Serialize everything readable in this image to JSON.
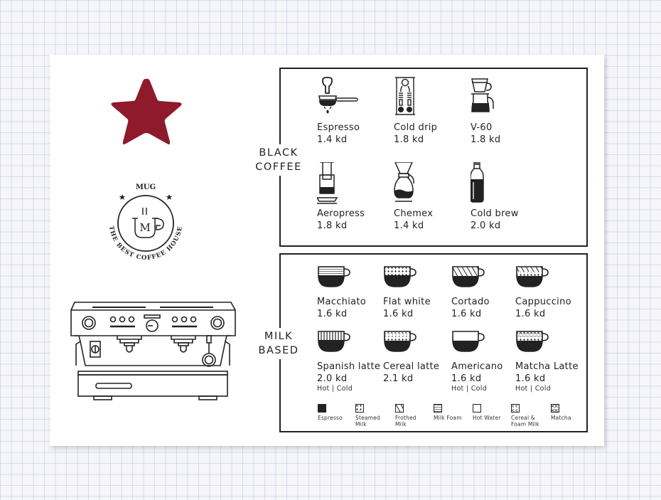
{
  "brand": {
    "name": "MUG",
    "tagline": "THE BEST COFFEE HOUSE",
    "monogram": "MUG",
    "star_color": "#8e1a2b"
  },
  "colors": {
    "ink": "#222222",
    "card": "#ffffff",
    "grid_background": "#f6f5f9",
    "grid_lines": "#aabee1"
  },
  "black_coffee": {
    "label_line1": "BLACK",
    "label_line2": "COFFEE",
    "items": [
      {
        "name": "Espresso",
        "price": "1.4 kd",
        "icon": "espresso-portafilter-icon"
      },
      {
        "name": "Cold drip",
        "price": "1.8 kd",
        "icon": "cold-drip-tower-icon"
      },
      {
        "name": "V-60",
        "price": "1.8 kd",
        "icon": "v60-dripper-icon"
      },
      {
        "name": "Aeropress",
        "price": "1.8 kd",
        "icon": "aeropress-icon"
      },
      {
        "name": "Chemex",
        "price": "1.4 kd",
        "icon": "chemex-icon"
      },
      {
        "name": "Cold brew",
        "price": "2.0 kd",
        "icon": "cold-brew-bottle-icon"
      }
    ]
  },
  "milk_based": {
    "label_line1": "MILK",
    "label_line2": "BASED",
    "items": [
      {
        "name": "Macchiato",
        "price": "1.6 kd",
        "temp": "",
        "top": "milk-foam"
      },
      {
        "name": "Flat white",
        "price": "1.6 kd",
        "temp": "",
        "top": "steamed-milk"
      },
      {
        "name": "Cortado",
        "price": "1.6 kd",
        "temp": "",
        "top": "frothed-milk"
      },
      {
        "name": "Cappuccino",
        "price": "1.6 kd",
        "temp": "",
        "top": "frothed-steamed"
      },
      {
        "name": "Spanish latte",
        "price": "2.0 kd",
        "temp": "Hot | Cold",
        "top": "vertical-stripes"
      },
      {
        "name": "Cereal latte",
        "price": "2.1 kd",
        "temp": "",
        "top": "cereal-foam"
      },
      {
        "name": "Americano",
        "price": "1.6 kd",
        "temp": "Hot | Cold",
        "top": "hot-water"
      },
      {
        "name": "Matcha Latte",
        "price": "1.6 kd",
        "temp": "Hot | Cold",
        "top": "matcha"
      }
    ],
    "legend": [
      {
        "label": "Espresso",
        "swatch": "solid"
      },
      {
        "label": "Steamed\nMilk",
        "swatch": "grid"
      },
      {
        "label": "Frothed\nMilk",
        "swatch": "diagonal"
      },
      {
        "label": "Milk Foam",
        "swatch": "horizontal"
      },
      {
        "label": "Hot Water",
        "swatch": "empty"
      },
      {
        "label": "Cereal &\nFoam Milk",
        "swatch": "cc"
      },
      {
        "label": "Matcha",
        "swatch": "x-pattern"
      }
    ]
  }
}
